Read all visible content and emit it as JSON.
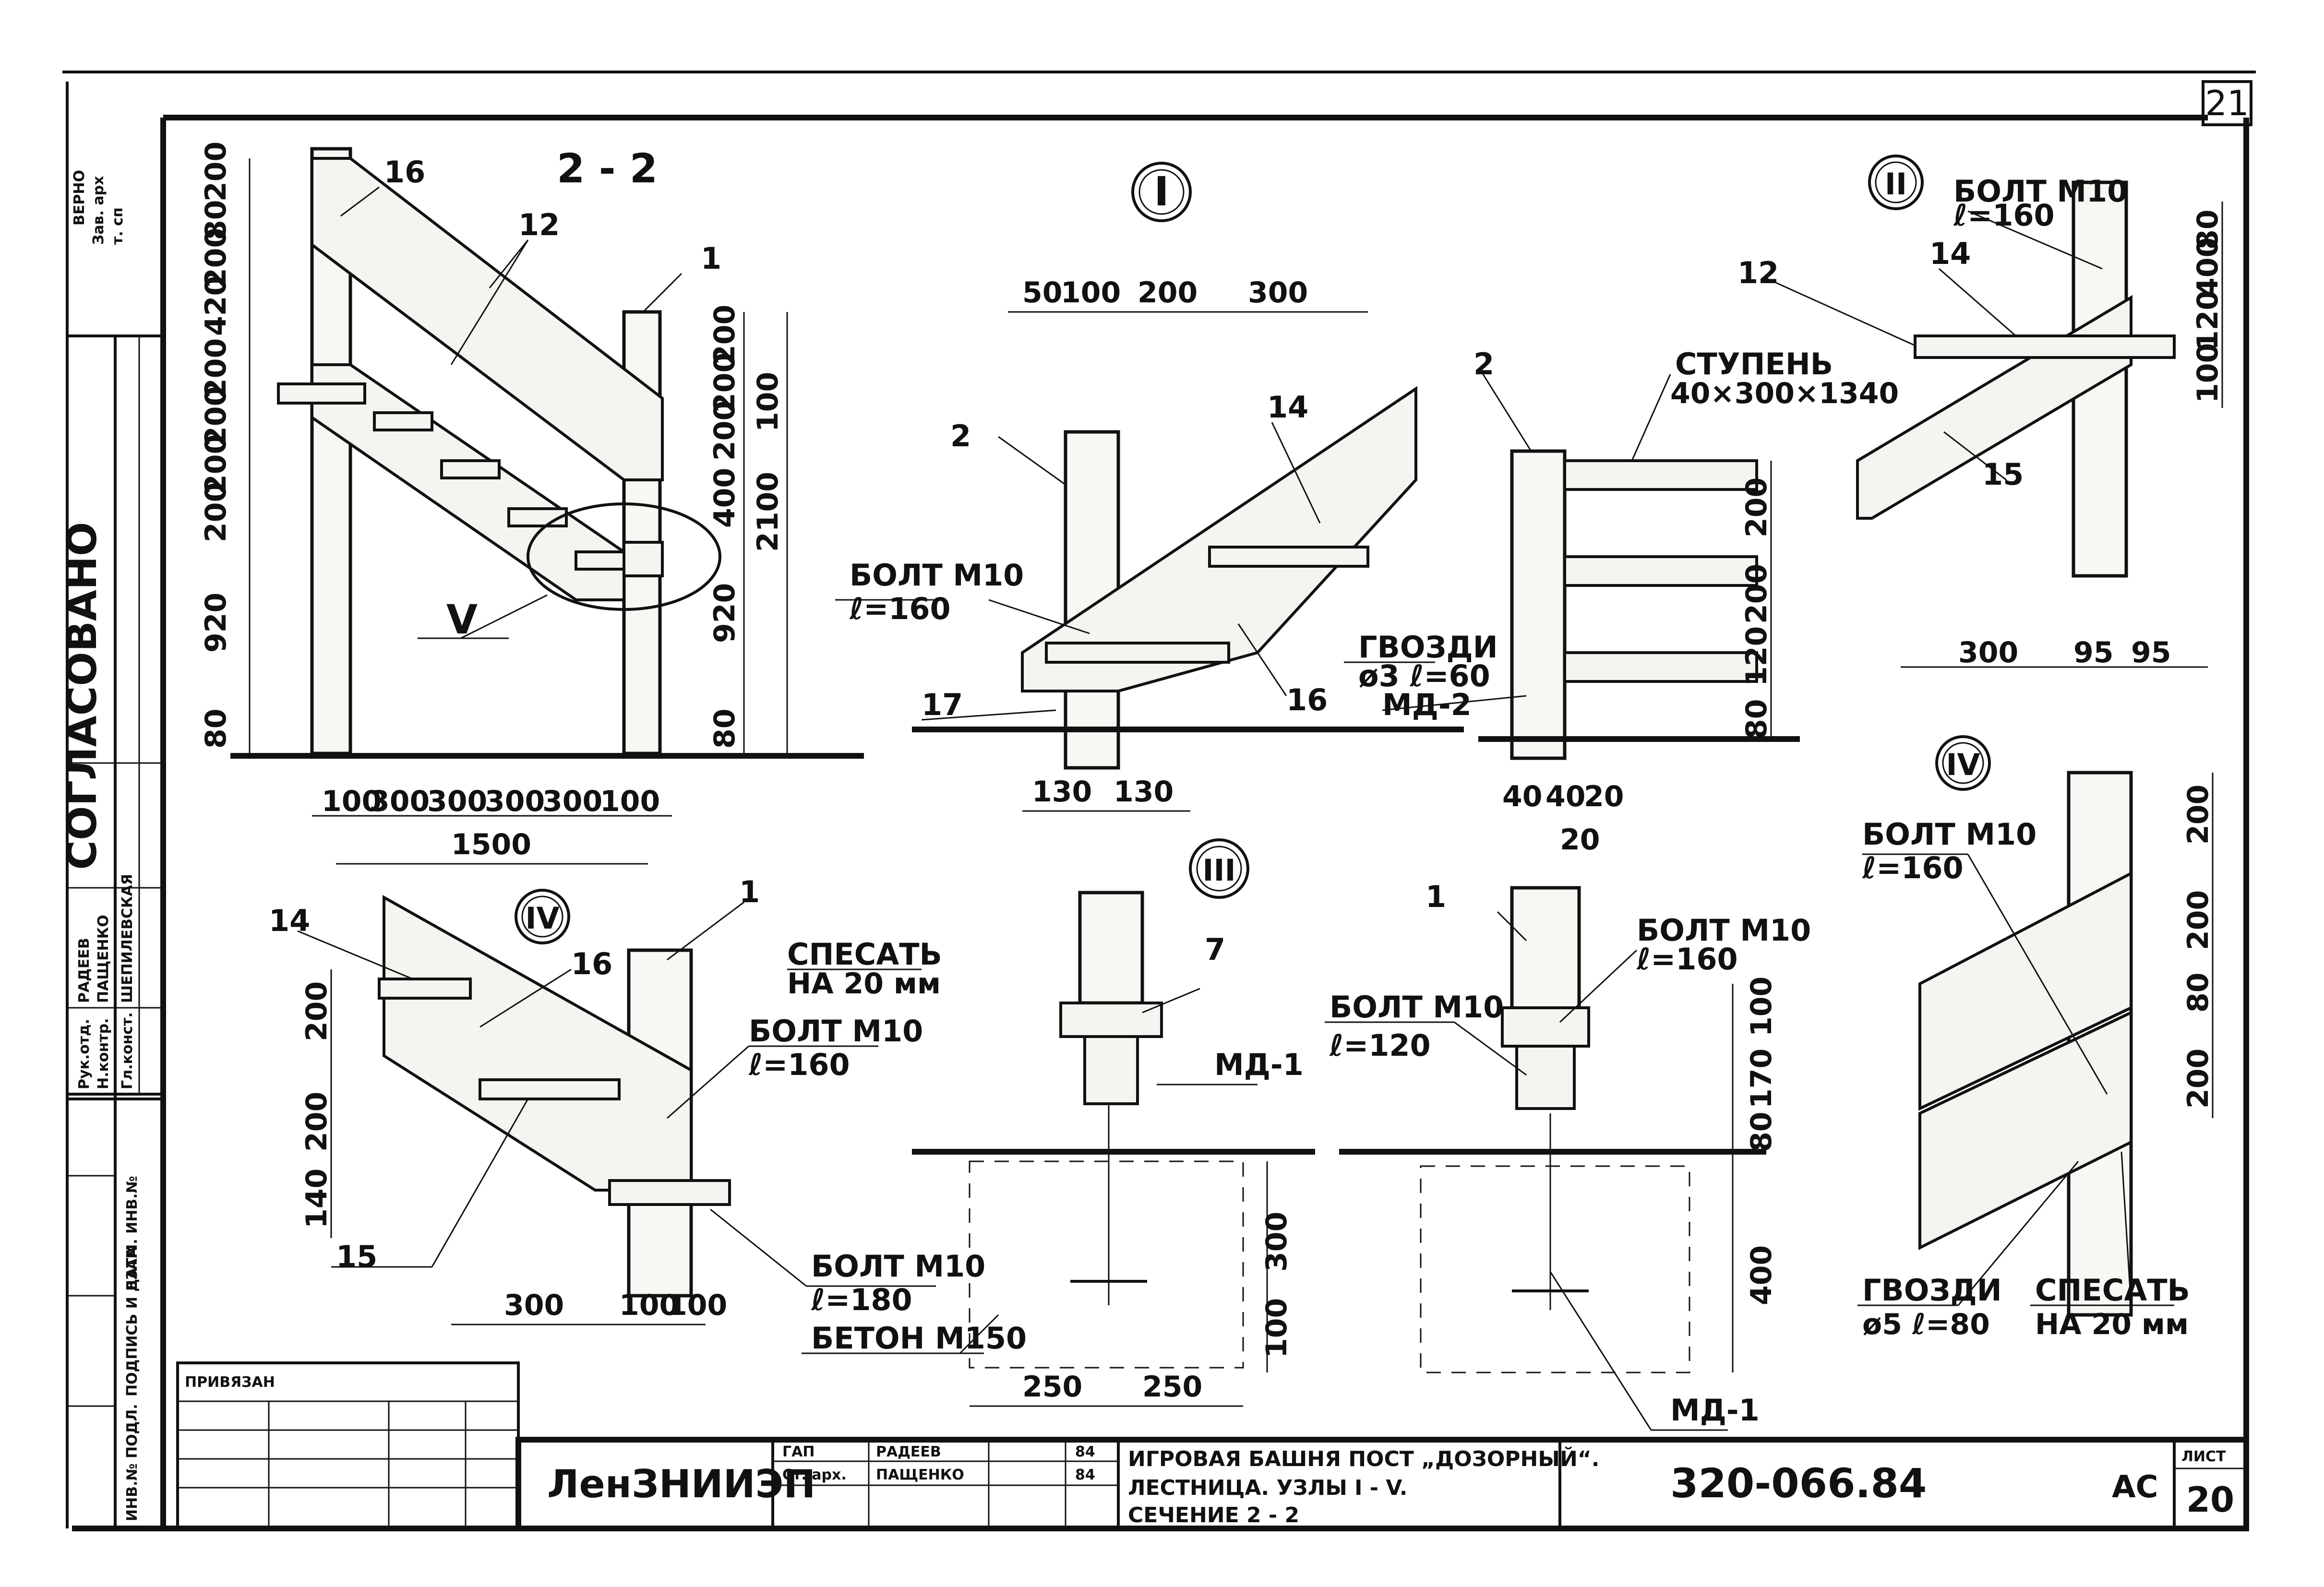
{
  "sheet": {
    "sheet_number_top": "21",
    "approval_vertical": "СОГЛАСОВАНО",
    "verified_stamp": [
      "ВЕРНО",
      "Зав. арх",
      "т. сп"
    ]
  },
  "section_2_2": {
    "title": "2 - 2",
    "callouts": [
      "16",
      "12",
      "1",
      "V"
    ],
    "left_dims": [
      "200",
      "80",
      "200",
      "420",
      "200",
      "200",
      "200",
      "200",
      "920",
      "80"
    ],
    "right_dims_inner": [
      "200",
      "200",
      "200",
      "400",
      "920",
      "80"
    ],
    "right_dims_outer": [
      "100",
      "2100"
    ],
    "bottom_dims": [
      "100",
      "300",
      "300",
      "300",
      "300",
      "100"
    ],
    "bottom_total": "1500"
  },
  "node_I": {
    "title": "I",
    "top_dims": [
      "50",
      "100",
      "200",
      "300"
    ],
    "callouts": [
      "2",
      "14",
      "17",
      "16"
    ],
    "bolt": [
      "БОЛТ М10",
      "ℓ=160"
    ],
    "nails": [
      "ГВОЗДИ",
      "ø3 ℓ=60"
    ],
    "bottom_dims": [
      "130",
      "130"
    ]
  },
  "step_section": {
    "callout": "2",
    "step_label": [
      "СТУПЕНЬ",
      "40×300×1340"
    ],
    "md": "МД-2",
    "right_dims": [
      "200",
      "200",
      "120",
      "80"
    ],
    "bottom_dims": [
      "40",
      "40",
      "20",
      "20"
    ]
  },
  "node_II": {
    "title": "II",
    "bolt": [
      "БОЛТ М10",
      "ℓ=160"
    ],
    "callouts": [
      "12",
      "14",
      "15"
    ],
    "right_dims": [
      "80",
      "400",
      "120",
      "100"
    ],
    "bottom_dims": [
      "300",
      "95",
      "95"
    ]
  },
  "node_IV_left": {
    "title": "IV",
    "callouts": [
      "14",
      "16",
      "1",
      "15"
    ],
    "cut": [
      "СПЕСАТЬ",
      "НА 20 мм"
    ],
    "bolt_top": [
      "БОЛТ М10",
      "ℓ=160"
    ],
    "bolt_bottom": [
      "БОЛТ М10",
      "ℓ=180"
    ],
    "left_dims": [
      "200",
      "200",
      "140"
    ],
    "bottom_dims": [
      "300",
      "100",
      "100"
    ]
  },
  "node_III": {
    "title": "III",
    "callouts": [
      "7"
    ],
    "md": "МД-1",
    "right_dims": [
      "300",
      "100"
    ],
    "bottom_dims": [
      "250",
      "250"
    ],
    "concrete": "БЕТОН М150"
  },
  "node_post_base": {
    "callouts": [
      "1"
    ],
    "bolt_top": [
      "БОЛТ М10",
      "ℓ=160"
    ],
    "bolt_left": [
      "БОЛТ М10",
      "ℓ=120"
    ],
    "md": "МД-1",
    "right_dims": [
      "100",
      "170",
      "80",
      "400"
    ]
  },
  "node_IV_right": {
    "title": "IV",
    "bolt": [
      "БОЛТ М10",
      "ℓ=160"
    ],
    "right_dims": [
      "200",
      "200",
      "80",
      "200"
    ],
    "nails": [
      "ГВОЗДИ",
      "ø5 ℓ=80"
    ],
    "cut": [
      "СПЕСАТЬ",
      "НА 20 мм"
    ]
  },
  "side_block": {
    "roles": [
      "Рук.отд.",
      "Н.контр.",
      "Гл.конст."
    ],
    "names": [
      "РАДЕЕВ",
      "ПАЩЕНКО",
      "ШЕПИЛЕВСКАЯ"
    ],
    "columns": [
      "ИНВ.№ ПОДЛ.",
      "ПОДПИСЬ И ДАТА",
      "ВЗАМ. ИНВ.№"
    ]
  },
  "privyazan": {
    "label": "ПРИВЯЗАН"
  },
  "title_block": {
    "org": "ЛенЗНИИЭП",
    "staff": [
      {
        "role": "ГАП",
        "name": "РАДЕЕВ",
        "date": "84"
      },
      {
        "role": "Ст. арх.",
        "name": "ПАЩЕНКО",
        "date": "84"
      }
    ],
    "title_lines": [
      "ИГРОВАЯ БАШНЯ ПОСТ „ДОЗОРНЫЙ“.",
      "ЛЕСТНИЦА. УЗЛЫ I - V.",
      "СЕЧЕНИЕ 2 - 2"
    ],
    "project_code": "320-066.84",
    "stage": "АС",
    "sheet_label": "ЛИСТ",
    "sheet_value": "20"
  }
}
